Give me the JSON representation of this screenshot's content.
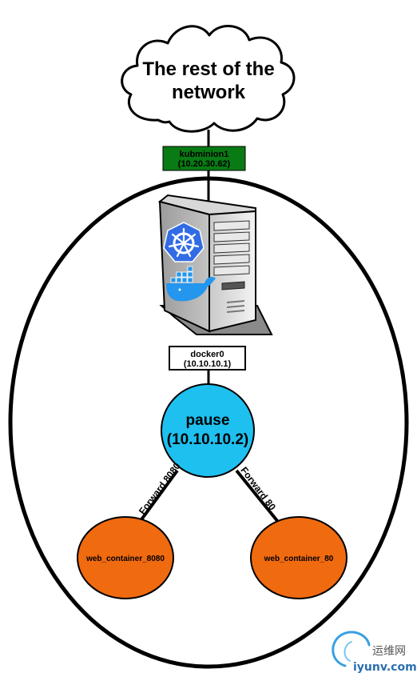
{
  "cloud": {
    "line1": "The rest of the",
    "line2": "network"
  },
  "host_nic": {
    "name": "kubminion1",
    "ip": "(10.20.30.62)"
  },
  "bridge": {
    "name": "docker0",
    "ip": "(10.10.10.1)"
  },
  "pause": {
    "name": "pause",
    "ip": "(10.10.10.2)"
  },
  "links": {
    "left": "Forward 8080",
    "right": "Forward 80"
  },
  "containers": {
    "left": "web_container_8080",
    "right": "web_container_80"
  },
  "watermark": {
    "cn": "运维网",
    "url": "iyunv.com"
  },
  "colors": {
    "nic_fill": "#0a7a14",
    "pause_fill": "#1ec0f0",
    "container_fill": "#f06a10",
    "kubernetes_blue": "#326ce5",
    "docker_blue": "#2496ed"
  },
  "icons": [
    "cloud-icon",
    "server-icon",
    "kubernetes-icon",
    "docker-icon"
  ]
}
